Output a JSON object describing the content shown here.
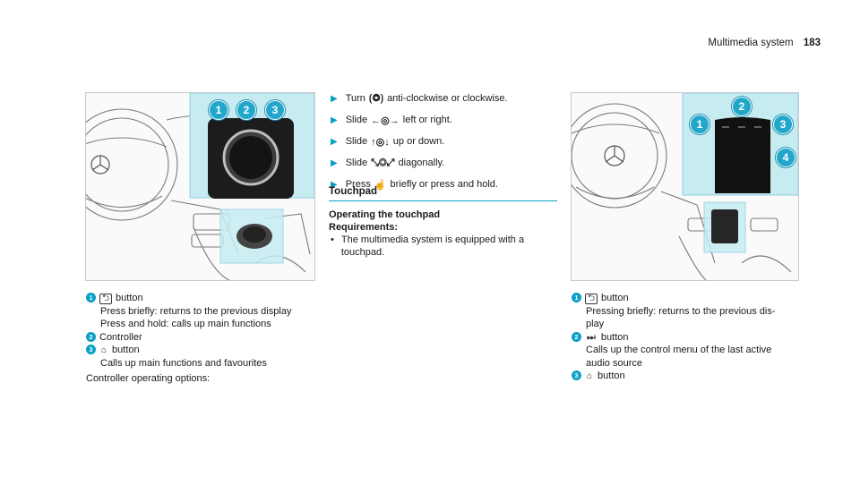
{
  "header": {
    "section": "Multimedia system",
    "page_number": "183"
  },
  "left_figure": {
    "callouts": [
      "1",
      "2",
      "3"
    ],
    "legend": [
      {
        "num": "1",
        "icon": "back-key-icon",
        "symbol": "⮌",
        "label": "button",
        "lines": [
          "Press briefly: returns to the previous display",
          "Press and hold: calls up main functions"
        ]
      },
      {
        "num": "2",
        "icon": "",
        "symbol": "",
        "label": "Controller",
        "lines": []
      },
      {
        "num": "3",
        "icon": "home-icon",
        "symbol": "⌂",
        "label": "button",
        "lines": [
          "Calls up main functions and favourites"
        ]
      }
    ],
    "footer": "Controller operating options:"
  },
  "steps": [
    {
      "glyph": "⟮◎⟯",
      "text": "anti-clockwise or clockwise.",
      "verb": "Turn"
    },
    {
      "glyph": "←◎→",
      "text": "left or right.",
      "verb": "Slide"
    },
    {
      "glyph": "↑◎↓",
      "text": "up or down.",
      "verb": "Slide"
    },
    {
      "glyph": "⤡◎⤢",
      "text": "diagonally.",
      "verb": "Slide"
    },
    {
      "glyph": "☝",
      "text": "briefly or press and hold.",
      "verb": "Press"
    }
  ],
  "touchpad": {
    "title": "Touchpad",
    "subtitle": "Operating the touchpad",
    "requirements": "Requirements:",
    "bullet": "The multimedia system is equipped with a touchpad."
  },
  "right_figure": {
    "callouts": [
      "1",
      "2",
      "3",
      "4"
    ],
    "legend": [
      {
        "num": "1",
        "icon": "back-key-icon",
        "symbol": "⮌",
        "label": "button",
        "lines": [
          "Pressing briefly: returns to the previous dis-",
          "play"
        ]
      },
      {
        "num": "2",
        "icon": "skip-forward-icon",
        "symbol": "⏭",
        "label": "button",
        "lines": [
          "Calls up the control menu of the last active",
          "audio source"
        ]
      },
      {
        "num": "3",
        "icon": "home-icon",
        "symbol": "⌂",
        "label": "button",
        "lines": []
      }
    ]
  },
  "colors": {
    "accent": "#0a9fc6",
    "highlight_panel": "#c6ecf2",
    "badge": "#22a7cb"
  }
}
